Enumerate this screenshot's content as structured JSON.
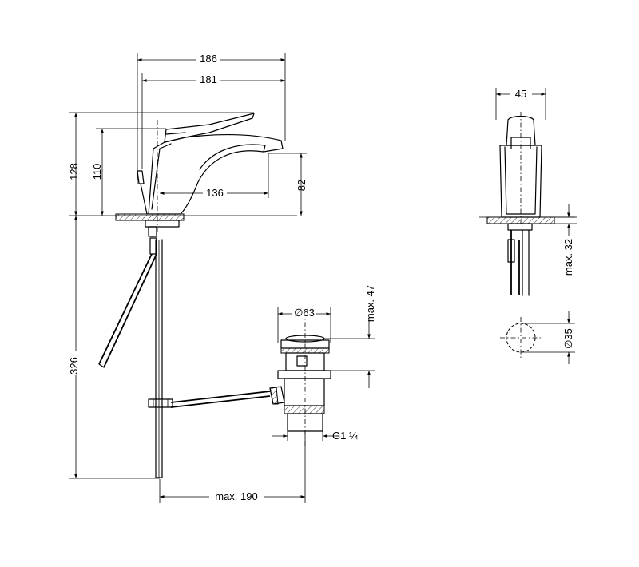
{
  "drawing": {
    "dimensions": {
      "overall_length": "186",
      "spout_reach": "181",
      "total_height": "128",
      "lever_height": "110",
      "spout_outlet_height": "82",
      "spout_projection": "136",
      "waste_length": "326",
      "waste_offset": "max. 190",
      "body_width": "45",
      "deck_thickness": "max. 32",
      "hole_diameter": "∅35",
      "plug_diameter": "∅63",
      "plug_height": "max. 47",
      "thread": "G1 ¼"
    }
  }
}
